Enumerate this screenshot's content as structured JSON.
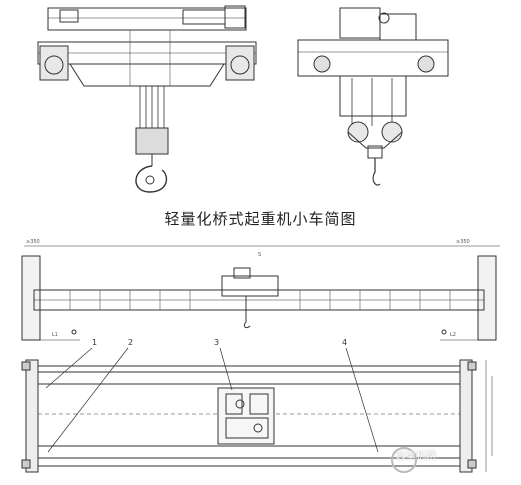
{
  "caption": "轻量化桥式起重机小车简图",
  "callouts": [
    "1",
    "2",
    "3",
    "4"
  ],
  "dimension_labels": {
    "left_top": "≥350",
    "right_top": "≥350",
    "span": "S",
    "left_bottom": "L1",
    "right_bottom": "L2"
  },
  "watermark": {
    "text": "起重机网"
  }
}
